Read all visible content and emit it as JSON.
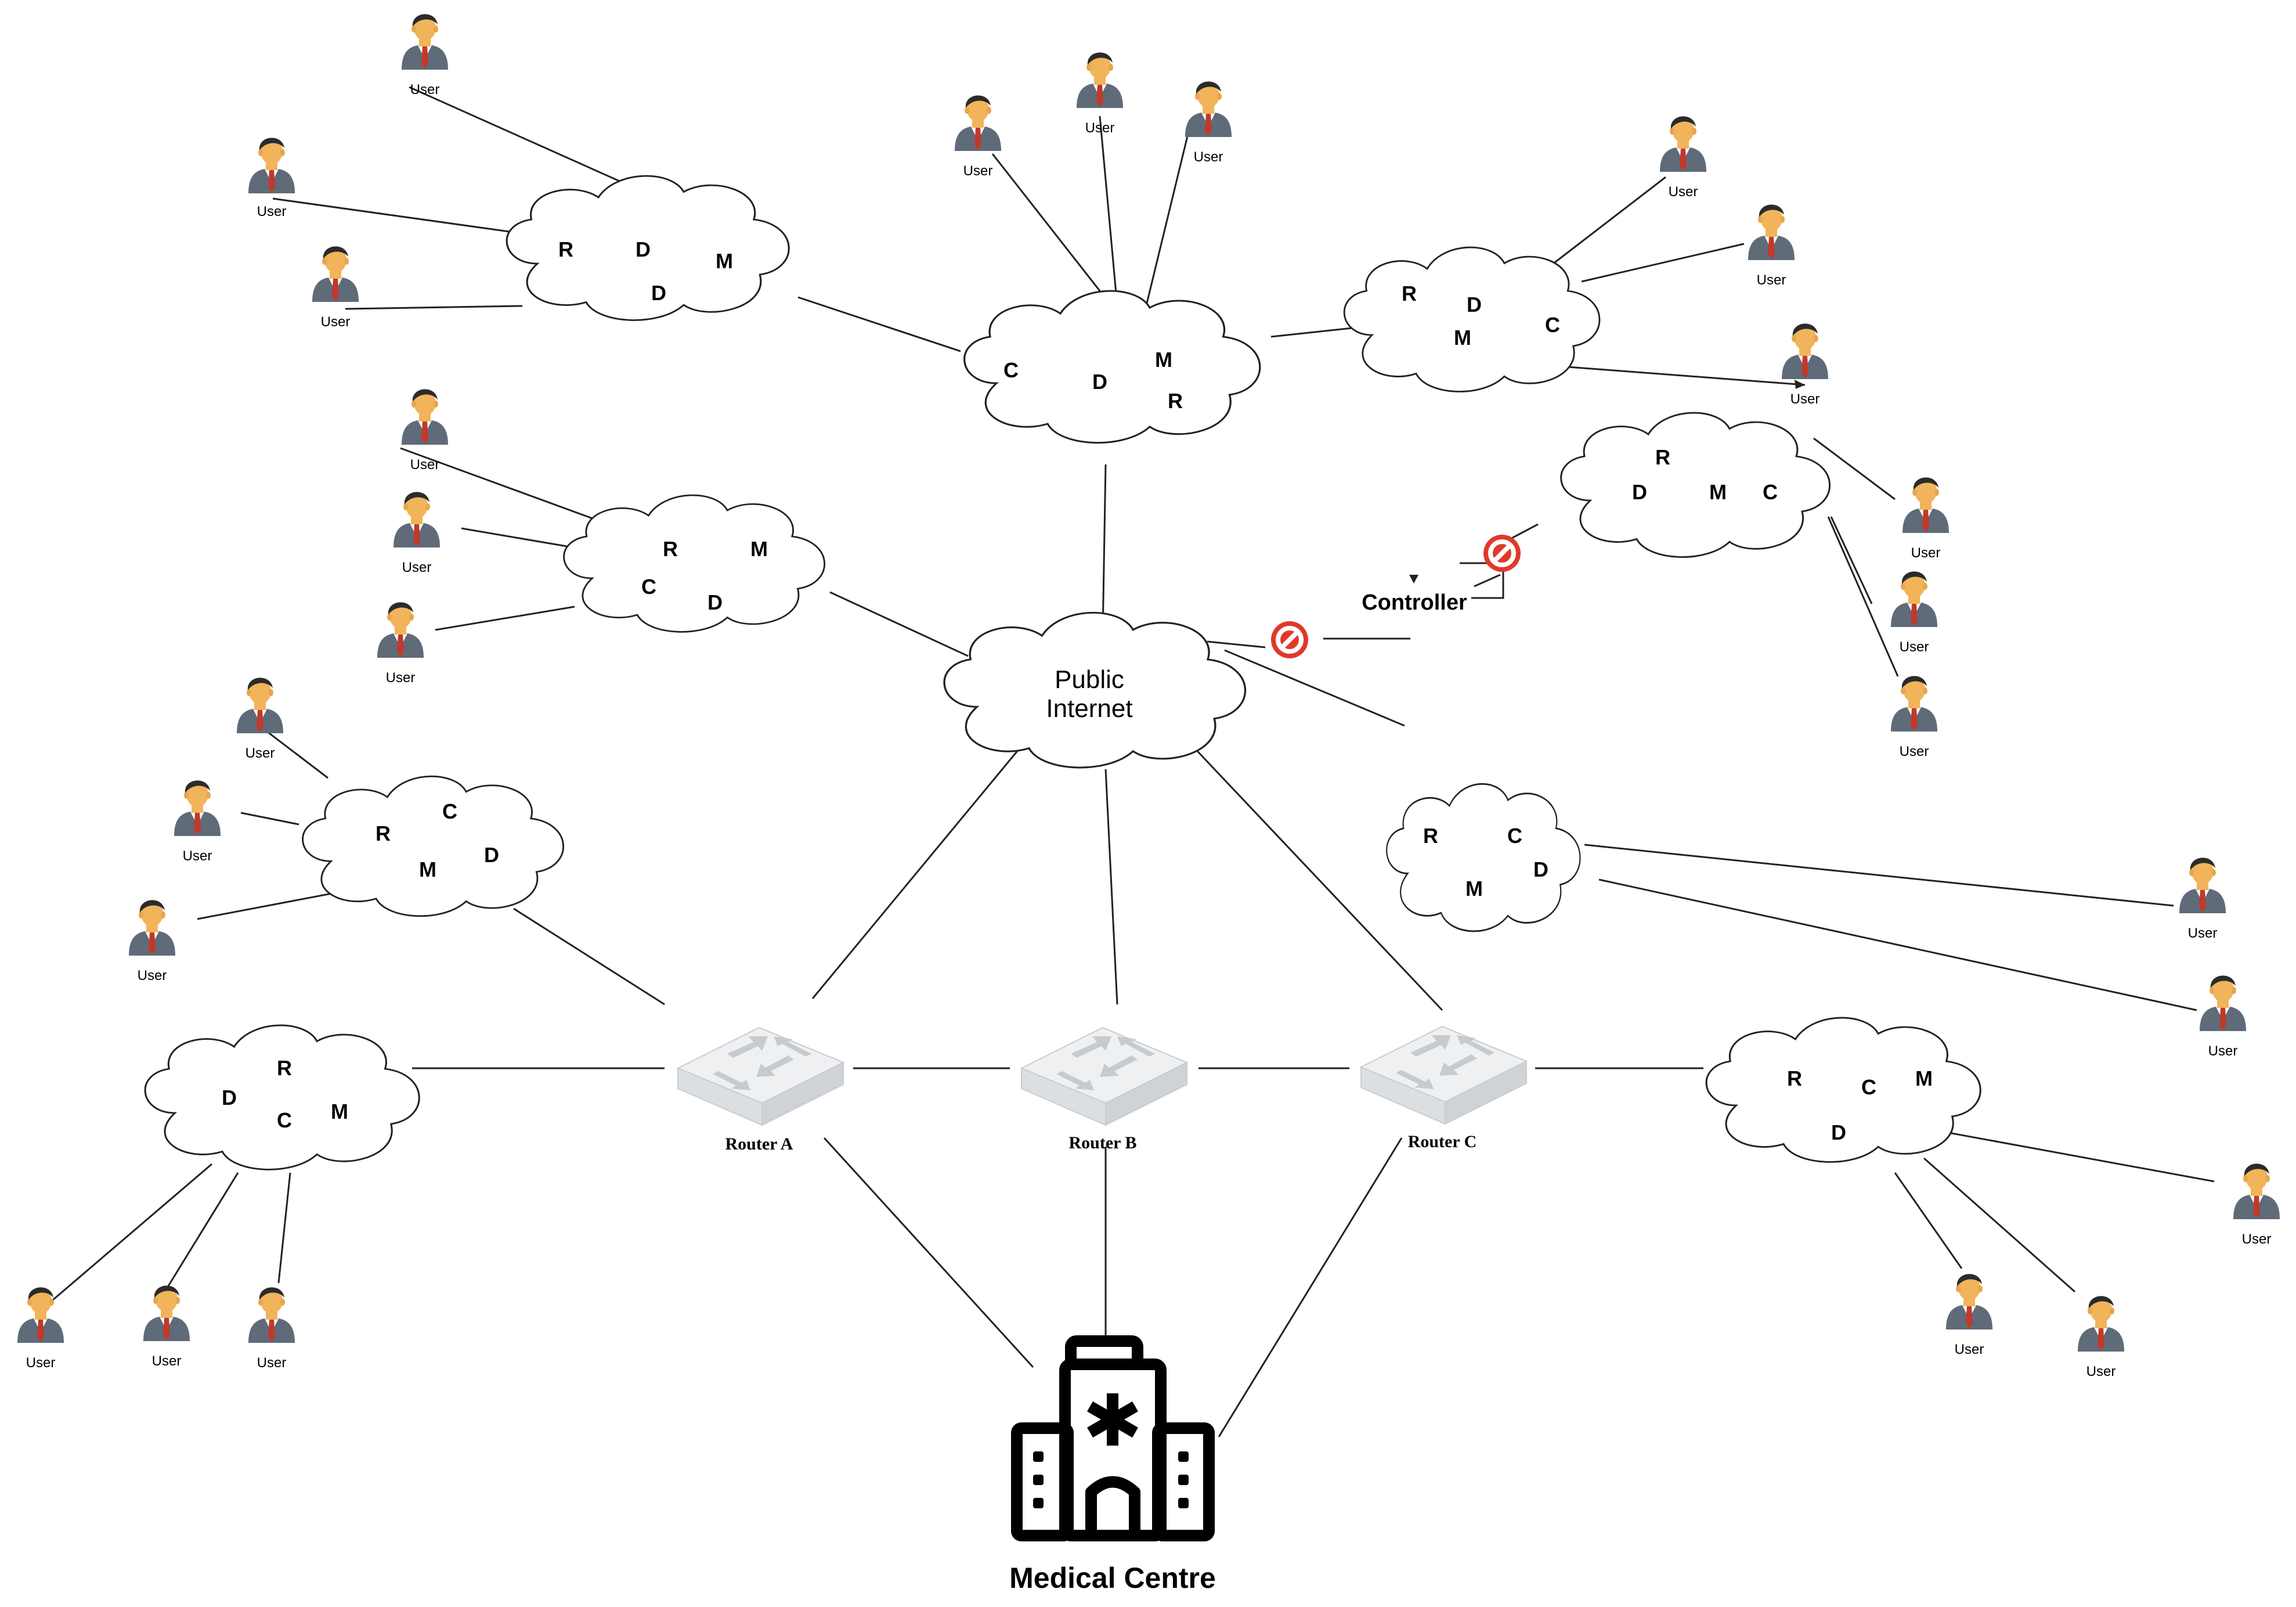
{
  "user_label": "User",
  "internet": {
    "line1": "Public",
    "line2": "Internet"
  },
  "controller_label": "Controller",
  "medical_centre_label": "Medical Centre",
  "routers": [
    "Router A",
    "Router B",
    "Router C"
  ],
  "clouds": [
    {
      "letters": [
        "R",
        "D",
        "M",
        "D"
      ]
    },
    {
      "letters": [
        "C",
        "D",
        "M",
        "R"
      ]
    },
    {
      "letters": [
        "R",
        "D",
        "M",
        "C"
      ]
    },
    {
      "letters": [
        "R",
        "D",
        "M",
        "C"
      ]
    },
    {
      "letters": [
        "R",
        "M",
        "C",
        "D"
      ]
    },
    {
      "letters": [
        "R",
        "C",
        "D",
        "M"
      ]
    },
    {
      "letters": [
        "R",
        "C",
        "M",
        "D"
      ]
    },
    {
      "letters": [
        "R",
        "D",
        "C",
        "M"
      ]
    },
    {
      "letters": [
        "R",
        "C",
        "M",
        "D"
      ]
    }
  ],
  "colors": {
    "router_body": "#e6e8ea",
    "router_arrows": "#c8cbce",
    "block_icon": "#e0392b",
    "user_skin": "#f1b45b",
    "user_hair": "#2b2b2b",
    "user_suit": "#5f6b79",
    "user_tie": "#c0392b"
  }
}
